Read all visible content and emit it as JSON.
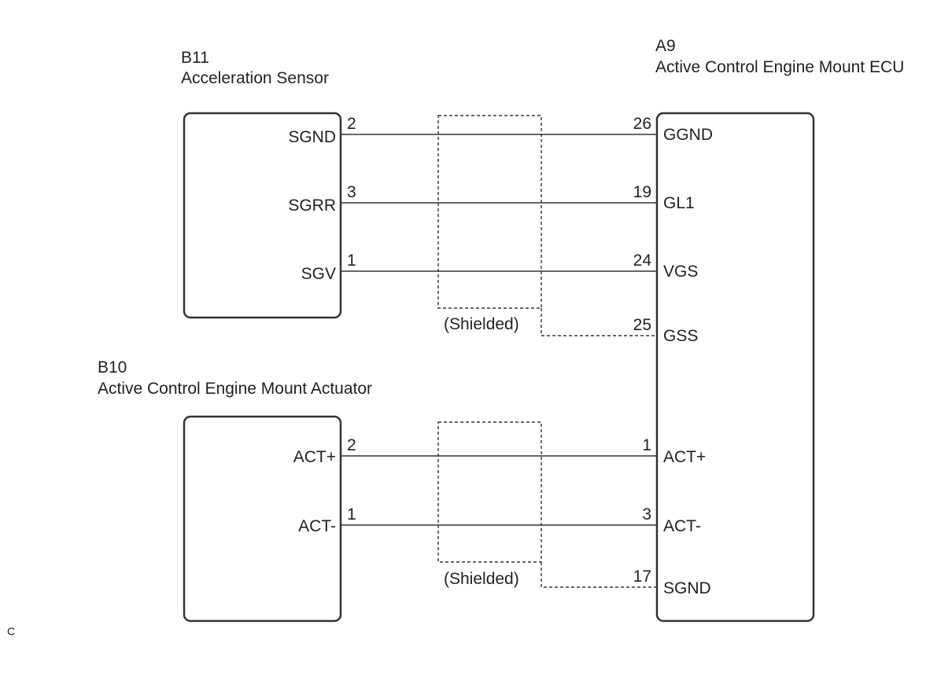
{
  "sensor": {
    "code": "B11",
    "name": "Acceleration Sensor"
  },
  "ecu": {
    "code": "A9",
    "name": "Active Control Engine Mount ECU"
  },
  "actuator": {
    "code": "B10",
    "name": "Active Control Engine Mount Actuator"
  },
  "sensor_pins": [
    {
      "name": "SGND",
      "pin": "2"
    },
    {
      "name": "SGRR",
      "pin": "3"
    },
    {
      "name": "SGV",
      "pin": "1"
    }
  ],
  "actuator_pins": [
    {
      "name": "ACT+",
      "pin": "2"
    },
    {
      "name": "ACT-",
      "pin": "1"
    }
  ],
  "ecu_pins": [
    {
      "name": "GGND",
      "pin": "26"
    },
    {
      "name": "GL1",
      "pin": "19"
    },
    {
      "name": "VGS",
      "pin": "24"
    },
    {
      "name": "GSS",
      "pin": "25"
    },
    {
      "name": "ACT+",
      "pin": "1"
    },
    {
      "name": "ACT-",
      "pin": "3"
    },
    {
      "name": "SGND",
      "pin": "17"
    }
  ],
  "shield_label": "(Shielded)",
  "corner_mark": "C"
}
